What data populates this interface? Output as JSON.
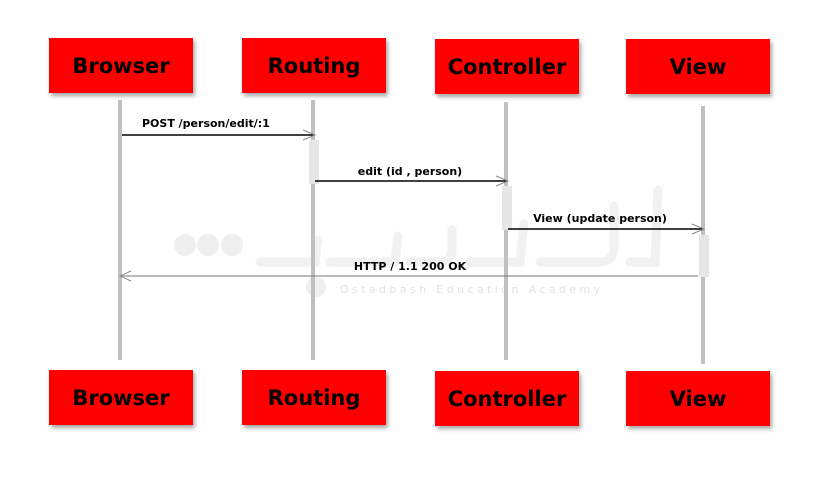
{
  "participants": {
    "browser": "Browser",
    "routing": "Routing",
    "controller": "Controller",
    "view": "View"
  },
  "messages": {
    "post_edit": "POST /person/edit/:1",
    "edit_call": "edit (id , person)",
    "view_call": "View (update person)",
    "http_response": "HTTP / 1.1 200 OK"
  },
  "watermark": {
    "latin": "Ostadbash Education Academy"
  },
  "colors": {
    "box_fill": "#ff0000",
    "lifeline": "#c0c0c0",
    "activation": "#e6e6e6",
    "arrow": "#000000"
  }
}
